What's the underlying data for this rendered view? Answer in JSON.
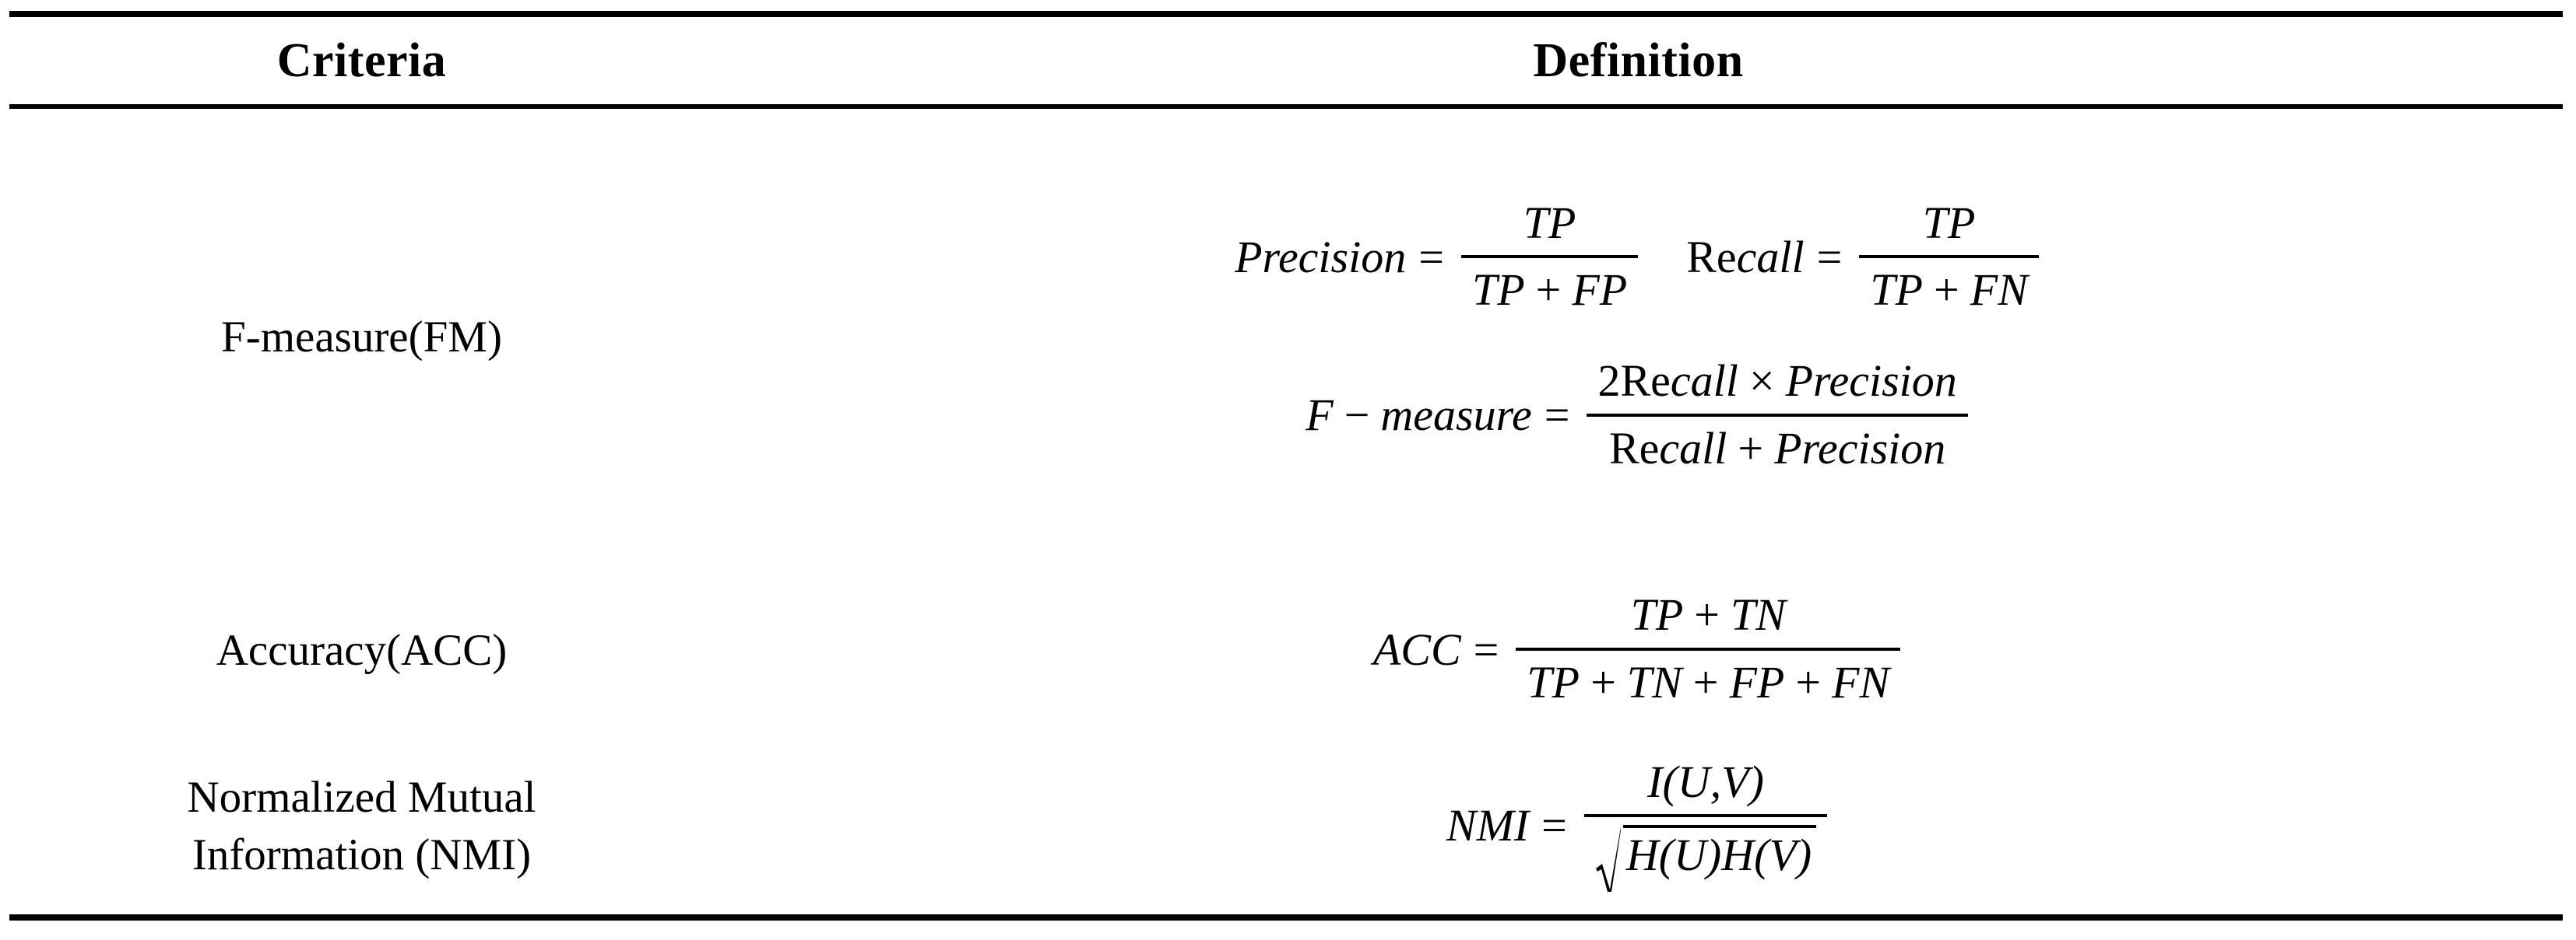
{
  "table": {
    "headers": {
      "criteria": "Criteria",
      "definition": "Definition"
    },
    "rows": [
      {
        "criteria": "F-measure(FM)",
        "criteria_lines": [
          "F-measure(FM)"
        ],
        "formulas": [
          {
            "id": "precision",
            "plain": "Precision = TP / (TP + FP)",
            "lhs": "Precision",
            "equals": "=",
            "numerator": "TP",
            "denominator": "TP + FP"
          },
          {
            "id": "recall",
            "plain": "Recall = TP / (TP + FN)",
            "lhs_roman": "Re",
            "lhs_italic": "call",
            "equals": "=",
            "numerator": "TP",
            "denominator": "TP + FN"
          },
          {
            "id": "f-measure",
            "plain": "F - measure = 2Recall x Precision / (Recall + Precision)",
            "lhs": "F − measure",
            "equals": "=",
            "numerator": "2Recall × Precision",
            "denominator": "Recall + Precision"
          }
        ]
      },
      {
        "criteria": "Accuracy(ACC)",
        "criteria_lines": [
          "Accuracy(ACC)"
        ],
        "formulas": [
          {
            "id": "accuracy",
            "plain": "ACC = (TP + TN) / (TP + TN + FP + FN)",
            "lhs": "ACC",
            "equals": "=",
            "numerator": "TP + TN",
            "denominator": "TP + TN + FP + FN"
          }
        ]
      },
      {
        "criteria": "Normalized Mutual Information (NMI)",
        "criteria_lines": [
          "Normalized Mutual",
          "Information (NMI)"
        ],
        "formulas": [
          {
            "id": "nmi",
            "plain": "NMI = I(U,V) / sqrt( H(U)H(V) )",
            "lhs": "NMI",
            "equals": "=",
            "numerator": "I(U,V)",
            "denominator": "√( H(U)H(V) )"
          }
        ]
      }
    ]
  },
  "symbols": {
    "TP": "TP",
    "TN": "TN",
    "FP": "FP",
    "FN": "FN",
    "plus": "+",
    "times": "×",
    "minus": "−",
    "equals": "=",
    "two": "2",
    "Re": "Re",
    "call": "call",
    "Precision": "Precision",
    "F": "F",
    "measure": "measure",
    "ACC": "ACC",
    "NMI": "NMI",
    "I": "I",
    "H": "H",
    "U": "U",
    "V": "V",
    "lparen": "(",
    "rparen": ")",
    "comma": ","
  },
  "style": {
    "rule_color": "#000000",
    "text_color": "#000000",
    "background": "#ffffff"
  }
}
